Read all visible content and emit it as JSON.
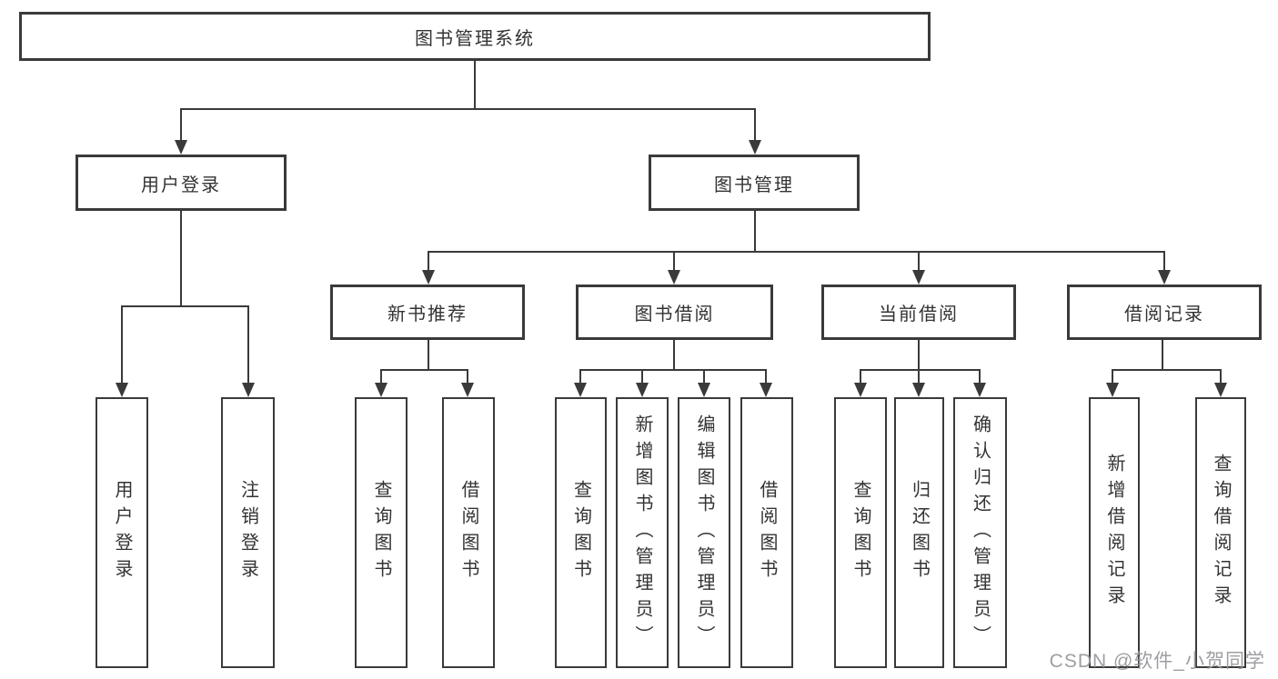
{
  "tree": {
    "label": "图书管理系统",
    "children": [
      {
        "label": "用户登录",
        "children": [
          {
            "label": "用户登录"
          },
          {
            "label": "注销登录"
          }
        ]
      },
      {
        "label": "图书管理",
        "children": [
          {
            "label": "新书推荐",
            "children": [
              {
                "label": "查询图书"
              },
              {
                "label": "借阅图书"
              }
            ]
          },
          {
            "label": "图书借阅",
            "children": [
              {
                "label": "查询图书"
              },
              {
                "label": "新增图书（管理员）"
              },
              {
                "label": "编辑图书（管理员）"
              },
              {
                "label": "借阅图书"
              }
            ]
          },
          {
            "label": "当前借阅",
            "children": [
              {
                "label": "查询图书"
              },
              {
                "label": "归还图书"
              },
              {
                "label": "确认归还（管理员）"
              }
            ]
          },
          {
            "label": "借阅记录",
            "children": [
              {
                "label": "新增借阅记录"
              },
              {
                "label": "查询借阅记录"
              }
            ]
          }
        ]
      }
    ]
  },
  "watermark": {
    "text": "CSDN @软件_小贺同学"
  },
  "colors": {
    "line": "#3a3a3a",
    "text": "#333333",
    "background": "#ffffff",
    "watermark": "#9696a0"
  }
}
